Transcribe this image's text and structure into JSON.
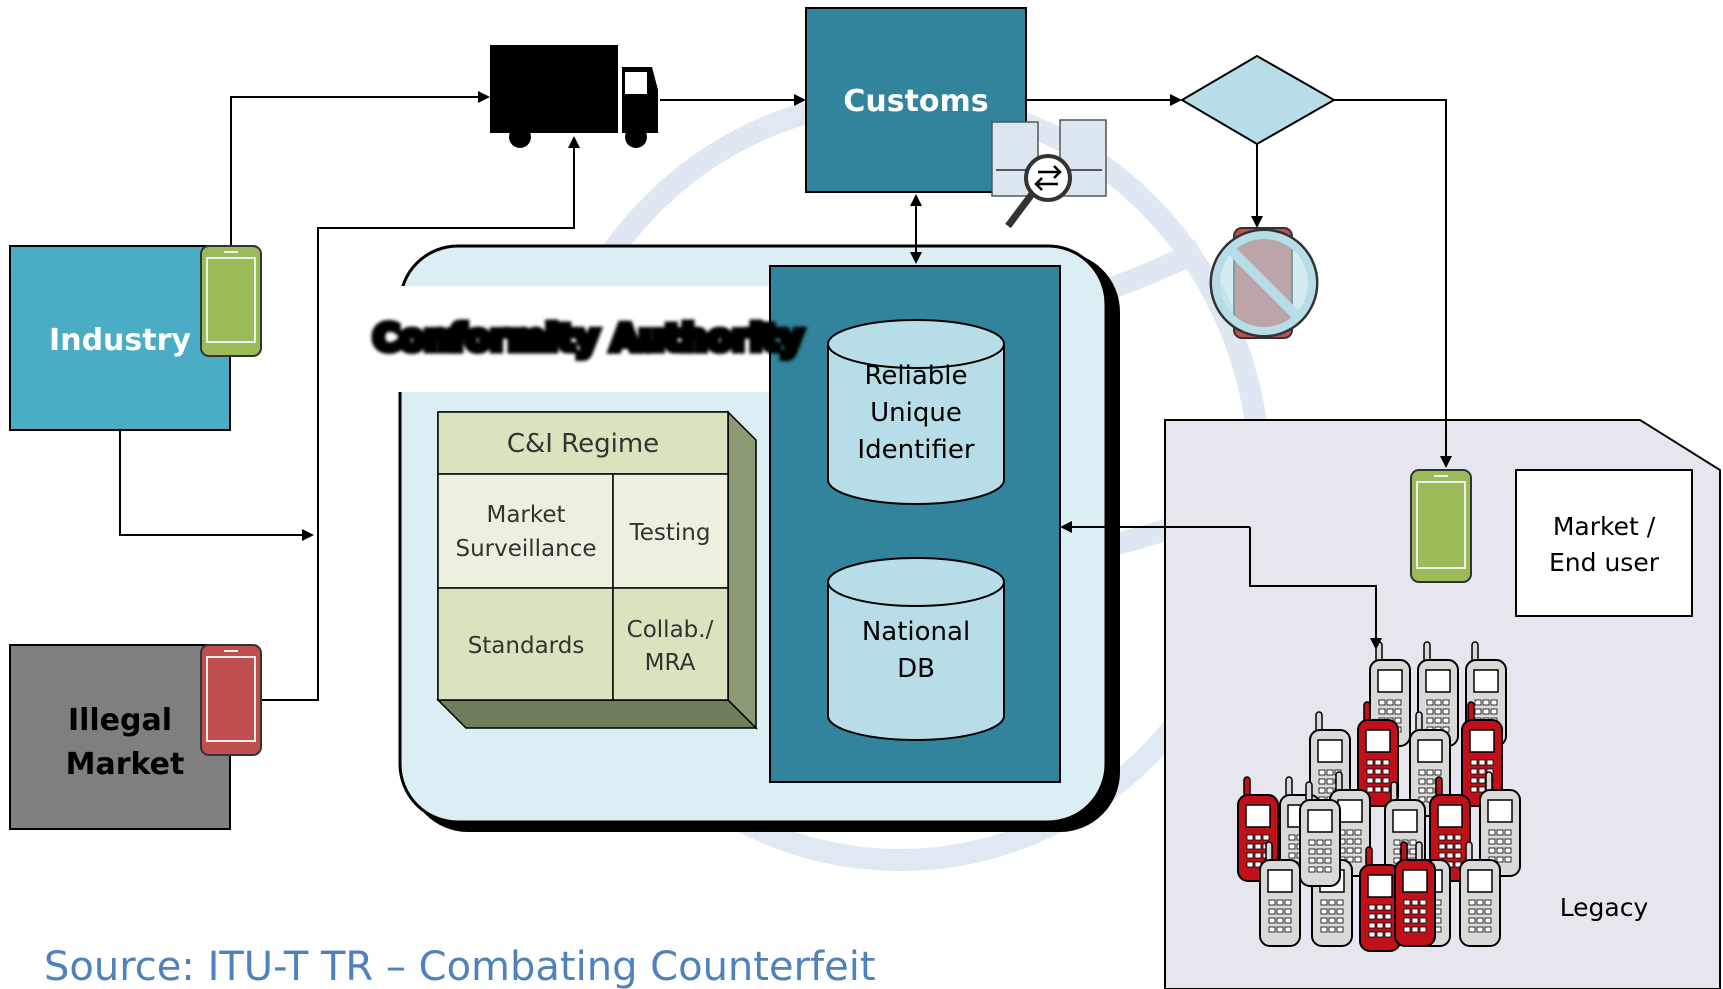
{
  "diagram": {
    "industry_label": "Industry",
    "illegal_market_label_line1": "Illegal",
    "illegal_market_label_line2": "Market",
    "customs_label": "Customs",
    "authority_title": "Conformity Authority",
    "regime": {
      "title": "C&I Regime",
      "market_surveillance_line1": "Market",
      "market_surveillance_line2": "Surveillance",
      "testing": "Testing",
      "standards": "Standards",
      "collab_line1": "Collab./",
      "collab_line2": "MRA"
    },
    "identifier_db": {
      "line1": "Reliable",
      "line2": "Unique",
      "line3": "Identifier"
    },
    "national_db": {
      "line1": "National",
      "line2": "DB"
    },
    "market_end_user_line1": "Market /",
    "market_end_user_line2": "End user",
    "legacy_label": "Legacy",
    "source_caption": "Source: ITU-T TR – Combating Counterfeit"
  },
  "colors": {
    "industry": "#4bacc6",
    "illegal": "#7f7f7f",
    "customs": "#31849b",
    "db_panel": "#31849b",
    "authority_bg": "#dbeef4",
    "regime_bg": "#ebf1de",
    "regime_side": "#8a9a72",
    "cylinder": "#b7dde8",
    "diamond": "#b7dde8",
    "legit_phone": "#9bbb59",
    "fake_phone": "#c0504d",
    "legacy_bg": "#e6e6ef",
    "caption": "#4f81bd"
  }
}
